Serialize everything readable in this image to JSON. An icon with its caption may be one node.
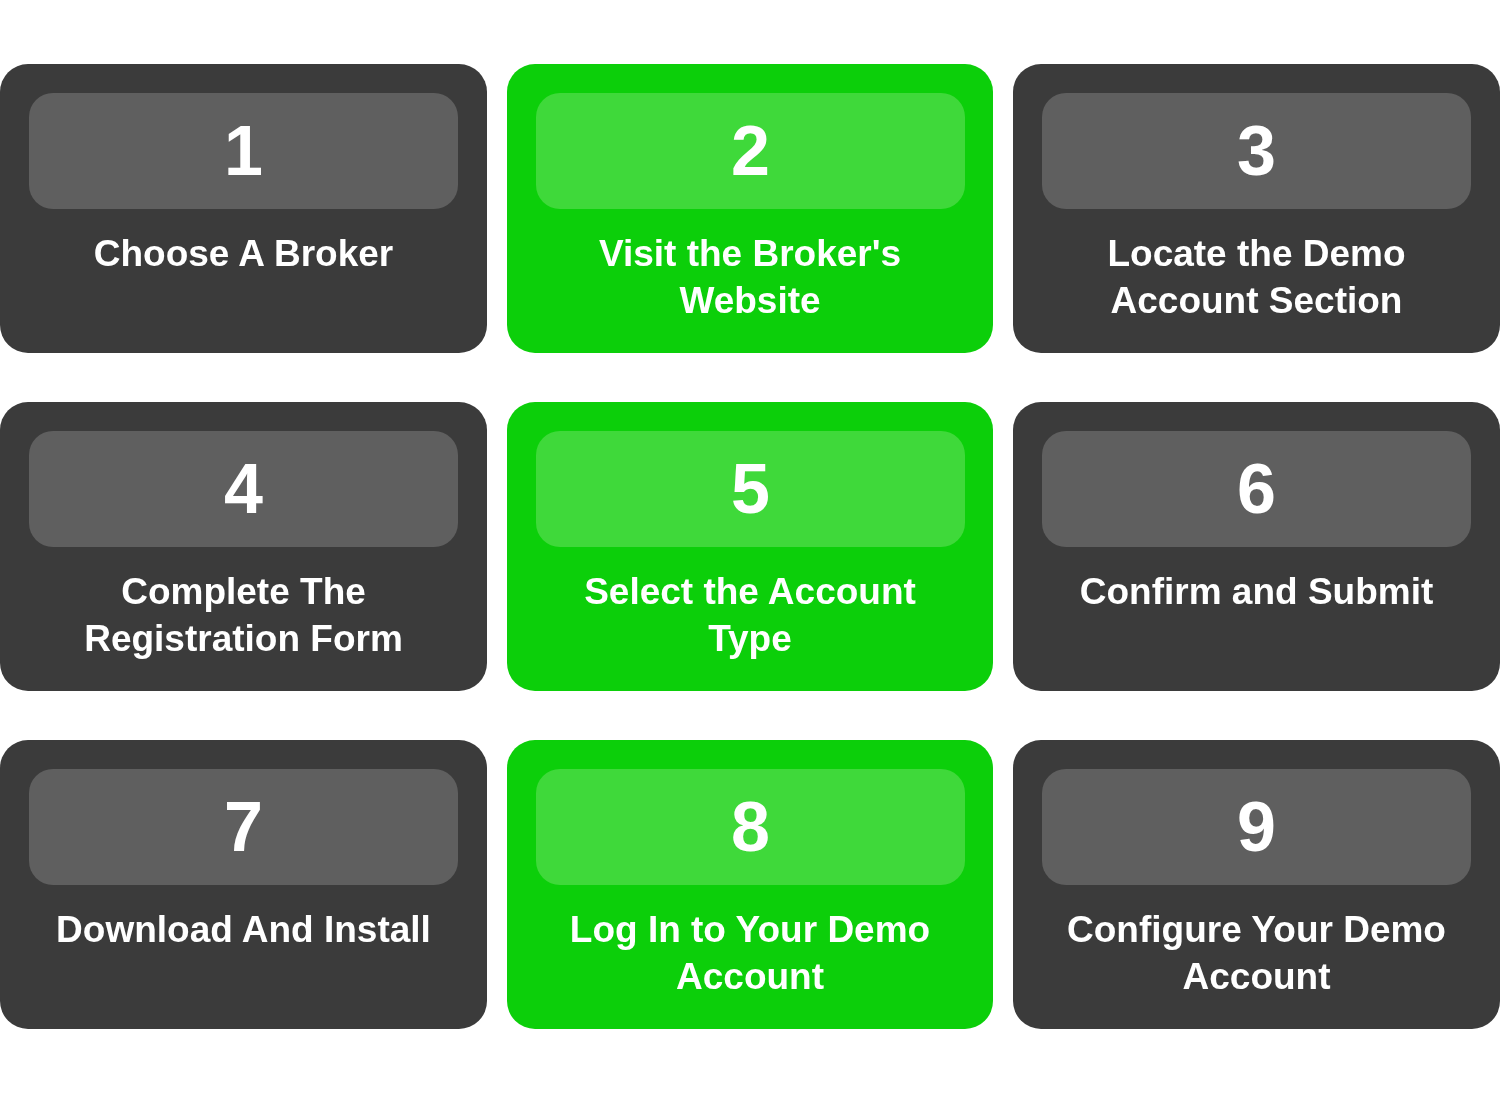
{
  "diagram": {
    "nodes": [
      {
        "text": [
          "Choose A Broker"
        ]
      },
      {
        "text": [
          "1"
        ],
        "in": 0
      },
      {
        "text": [
          "Visit the Broker's Website"
        ]
      },
      {
        "text": [
          "2"
        ],
        "in": 2
      },
      {
        "text": [
          "Locate the Demo Account Section"
        ]
      },
      {
        "text": [
          "3"
        ],
        "in": 4
      },
      {
        "text": [
          "Complete The Registration Form"
        ]
      },
      {
        "text": [
          "4"
        ],
        "in": 6
      },
      {
        "text": [
          "Select the Account Type"
        ]
      },
      {
        "text": [
          "5"
        ],
        "in": 8
      },
      {
        "text": [
          "Confirm and Submit"
        ]
      },
      {
        "text": [
          "6"
        ],
        "in": 10
      },
      {
        "text": [
          "Download And Install"
        ]
      },
      {
        "text": [
          "7"
        ],
        "in": 12
      },
      {
        "text": [
          "Log In to Your Demo Account"
        ]
      },
      {
        "text": [
          "8"
        ],
        "in": 14
      },
      {
        "text": [
          "Configure Your Demo Account"
        ]
      },
      {
        "text": [
          "9"
        ],
        "in": 16
      }
    ]
  }
}
